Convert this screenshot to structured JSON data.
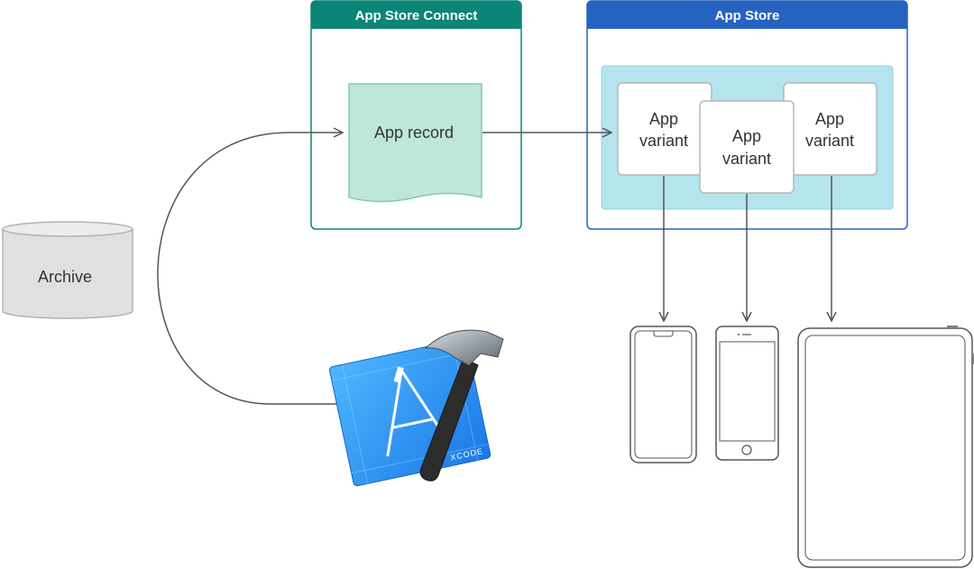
{
  "app_store_connect": {
    "title": "App Store Connect",
    "color": "#0b8577",
    "record_label": "App record"
  },
  "app_store": {
    "title": "App Store",
    "color": "#2662c0",
    "variants": [
      {
        "line1": "App",
        "line2": "variant"
      },
      {
        "line1": "App",
        "line2": "variant"
      },
      {
        "line1": "App",
        "line2": "variant"
      }
    ]
  },
  "archive": {
    "label": "Archive"
  },
  "xcode": {
    "badge_text": "XCODE",
    "icon": "xcode-icon"
  },
  "devices": [
    {
      "icon": "iphone-x-icon"
    },
    {
      "icon": "iphone-icon"
    },
    {
      "icon": "ipad-icon"
    }
  ]
}
